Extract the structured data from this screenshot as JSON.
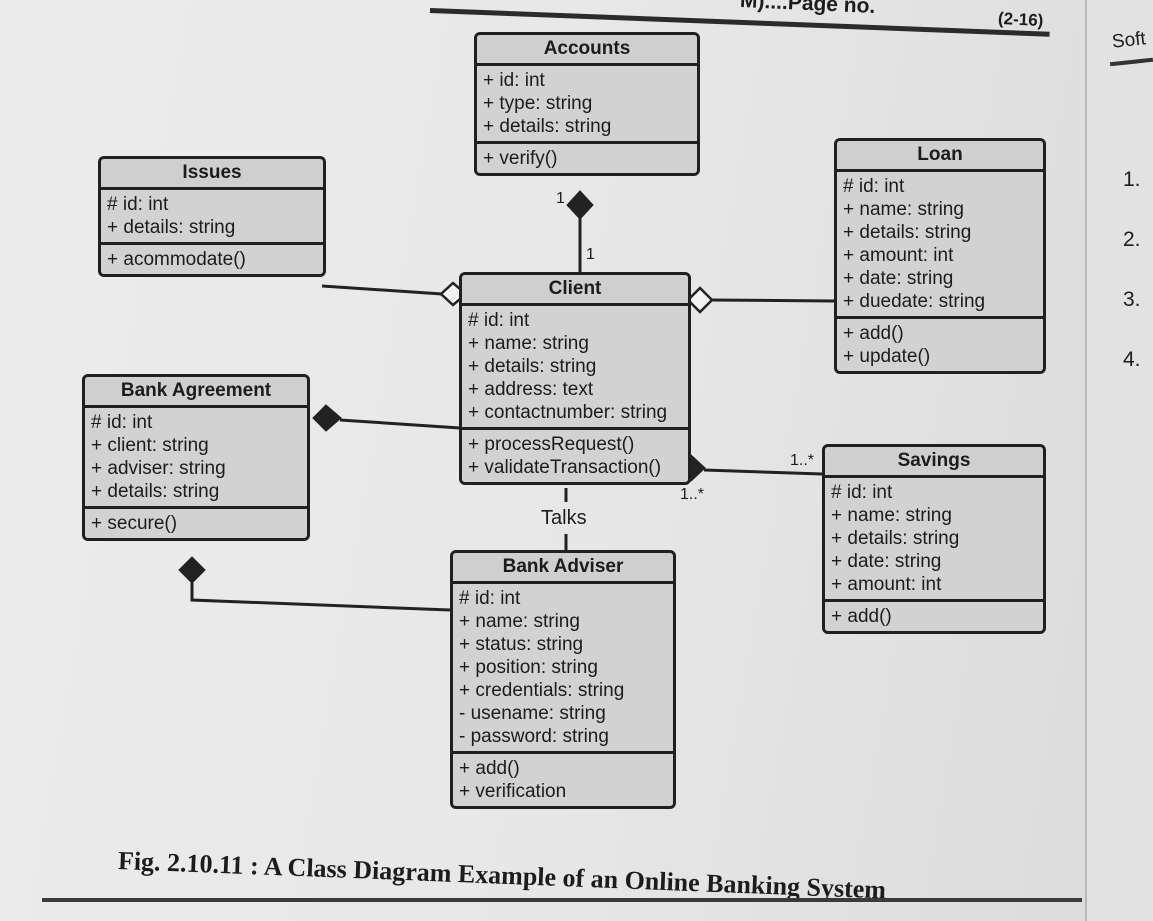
{
  "header": {
    "text": "M)....Page no.",
    "page": "(2-16)"
  },
  "side": {
    "word": "Soft",
    "numbers": [
      "1.",
      "2.",
      "3.",
      "4."
    ]
  },
  "classes": {
    "accounts": {
      "name": "Accounts",
      "attributes": [
        "+ id: int",
        "+ type: string",
        "+ details: string"
      ],
      "methods": [
        "+ verify()"
      ]
    },
    "issues": {
      "name": "Issues",
      "attributes": [
        "# id: int",
        "+ details: string"
      ],
      "methods": [
        "+ acommodate()"
      ]
    },
    "loan": {
      "name": "Loan",
      "attributes": [
        "# id: int",
        "+ name: string",
        "+ details: string",
        "+ amount: int",
        "+ date: string",
        "+ duedate: string"
      ],
      "methods": [
        "+ add()",
        "+ update()"
      ]
    },
    "client": {
      "name": "Client",
      "attributes": [
        "# id: int",
        "+ name: string",
        "+ details: string",
        "+ address: text",
        "+ contactnumber: string"
      ],
      "methods": [
        "+ processRequest()",
        "+ validateTransaction()"
      ]
    },
    "bank_agreement": {
      "name": "Bank Agreement",
      "attributes": [
        "# id: int",
        "+ client: string",
        "+ adviser: string",
        "+ details: string"
      ],
      "methods": [
        "+ secure()"
      ]
    },
    "savings": {
      "name": "Savings",
      "attributes": [
        "# id: int",
        "+ name: string",
        "+ details: string",
        "+ date: string",
        "+ amount: int"
      ],
      "methods": [
        "+ add()"
      ]
    },
    "bank_adviser": {
      "name": "Bank Adviser",
      "attributes": [
        "# id: int",
        "+ name: string",
        "+ status: string",
        "+ position: string",
        "+ credentials: string",
        "- usename: string",
        "- password: string"
      ],
      "methods": [
        "+ add()",
        "+ verification"
      ]
    }
  },
  "multiplicities": {
    "accounts_end": "1",
    "client_end": "1",
    "client_savings": "1..*",
    "savings_client": "1..*"
  },
  "association_label": "Talks",
  "caption": "Fig. 2.10.11 : A Class Diagram Example of an Online Banking System"
}
